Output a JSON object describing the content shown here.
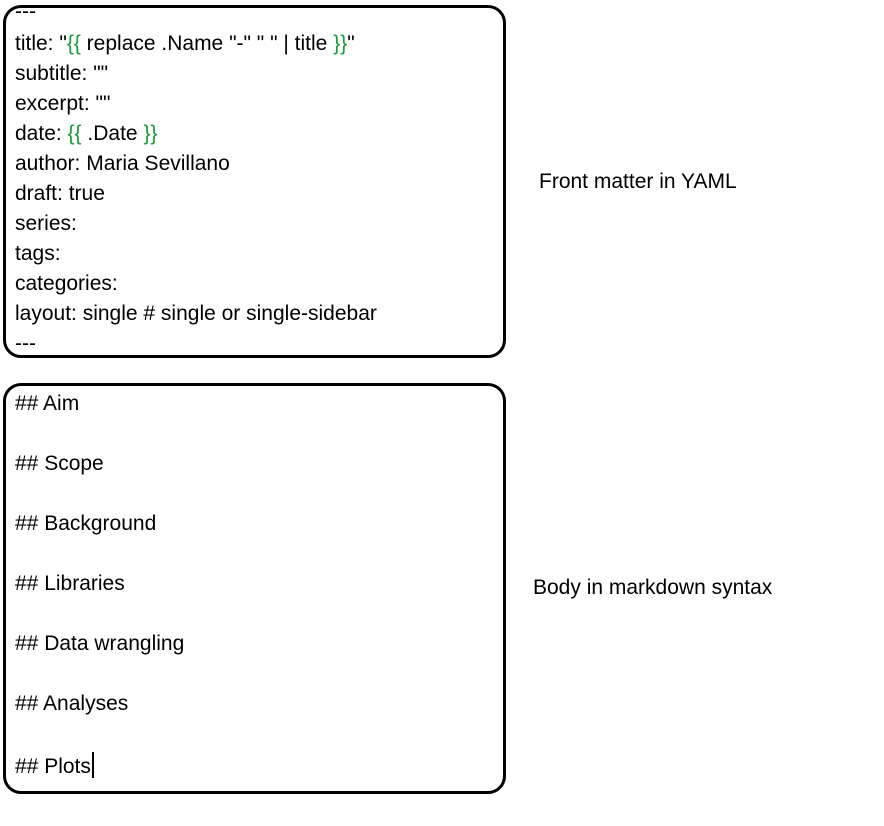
{
  "front_matter": {
    "caption": "Front matter in YAML",
    "open_delimiter": "---",
    "title_key": "title: \"",
    "title_brace_open": "{{",
    "title_expr": " replace .Name \"-\" \" \" | title ",
    "title_brace_close": "}}",
    "title_end": "\"",
    "subtitle": "subtitle: \"\"",
    "excerpt": "excerpt: \"\"",
    "date_key": "date: ",
    "date_brace_open": "{{",
    "date_expr": " .Date ",
    "date_brace_close": "}}",
    "author": "author: Maria Sevillano",
    "draft": "draft: true",
    "series": "series:",
    "tags": "tags:",
    "categories": "categories:",
    "layout": "layout: single # single or single-sidebar",
    "close_delimiter": "---"
  },
  "body": {
    "caption": "Body in markdown syntax",
    "headings": [
      "## Aim",
      "## Scope",
      "## Background",
      "## Libraries",
      "## Data wrangling",
      "## Analyses",
      "## Plots"
    ]
  },
  "colors": {
    "template_brace": "#1a9a3c",
    "border": "#000000"
  }
}
